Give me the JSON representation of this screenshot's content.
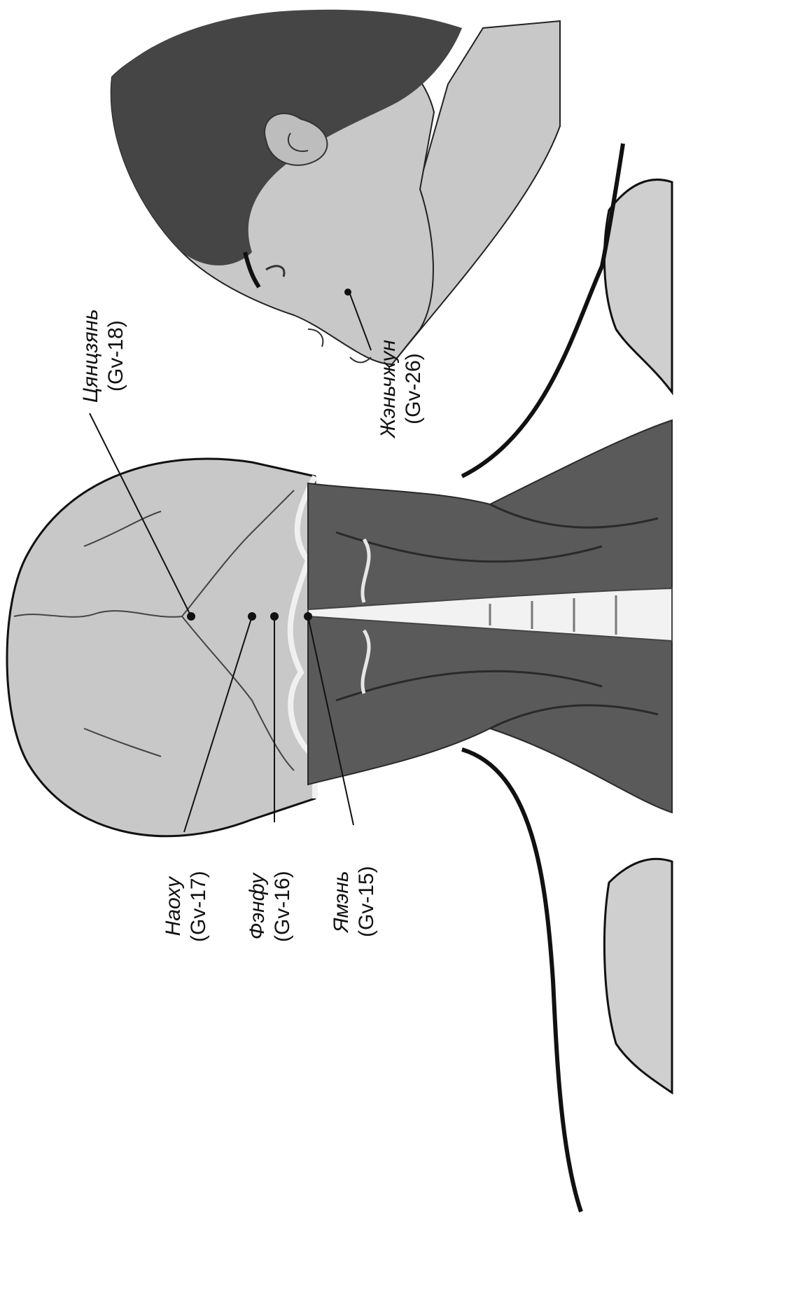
{
  "colors": {
    "skin": "#c8c8c8",
    "skin_dark": "#a9a9a9",
    "hair": "#454545",
    "muscle": "#5a5a5a",
    "muscle_line": "#2a2a2a",
    "bone": "#e6e6e6",
    "outline": "#111111",
    "point": "#111111"
  },
  "icons": {
    "head_profile": "head-profile-icon",
    "head_back": "head-back-icon"
  },
  "points": [
    {
      "id": "gv18",
      "name": "Цянцзянь",
      "code": "(Gv-18)"
    },
    {
      "id": "gv26",
      "name": "Жэньчжун",
      "code": "(Gv-26)"
    },
    {
      "id": "gv17",
      "name": "Наоху",
      "code": "(Gv-17)"
    },
    {
      "id": "gv16",
      "name": "Фэнфу",
      "code": "(Gv-16)"
    },
    {
      "id": "gv15",
      "name": "Ямэнь",
      "code": "(Gv-15)"
    }
  ]
}
